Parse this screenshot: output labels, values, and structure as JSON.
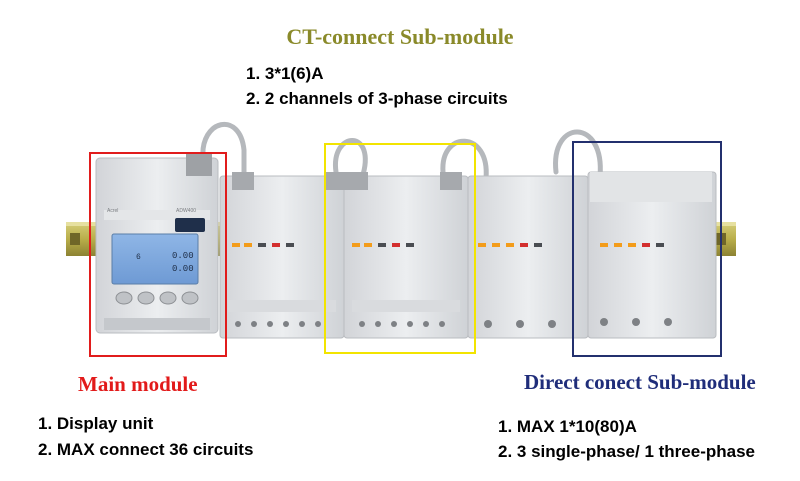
{
  "ct_module": {
    "title": "CT-connect Sub-module",
    "specs": [
      "1. 3*1(6)A",
      "2. 2 channels of 3-phase circuits"
    ]
  },
  "main_module": {
    "title": "Main module",
    "specs": [
      "1.  Display unit",
      "2. MAX connect 36 circuits"
    ]
  },
  "direct_module": {
    "title": "Direct conect Sub-module",
    "specs": [
      "1. MAX 1*10(80)A",
      "2. 3 single-phase/ 1 three-phase"
    ]
  },
  "device": {
    "brand": "Acrel",
    "model": "ADW400",
    "lcd_digits": [
      "0.00",
      "0.00"
    ],
    "lcd_index": "6"
  },
  "colors": {
    "ct_title": "#8a8a2a",
    "main_frame": "#e11c1c",
    "ct_frame": "#f2e400",
    "direct_frame": "#23306e",
    "direct_title": "#1f2d7a"
  }
}
